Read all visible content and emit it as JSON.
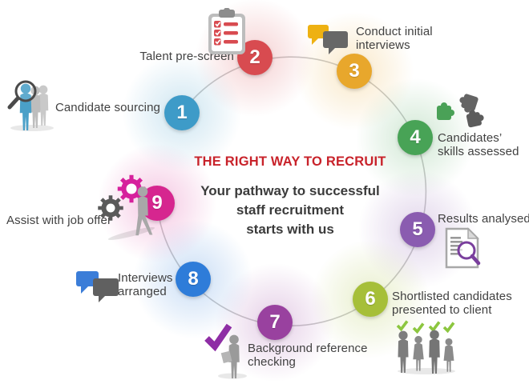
{
  "center": {
    "title": "THE RIGHT WAY TO RECRUIT",
    "title_color": "#c8222a",
    "subtitle_lines": [
      "Your pathway to successful",
      "staff recruitment",
      "starts with us"
    ]
  },
  "arc_color": "#c9c9c9",
  "steps": [
    {
      "number": "1",
      "label": "Candidate sourcing",
      "color": "#3e9bc8",
      "icon": "candidate-sourcing-magnifier-people-icon"
    },
    {
      "number": "2",
      "label": "Talent pre-screen",
      "color": "#d84b50",
      "icon": "checklist-clipboard-icon"
    },
    {
      "number": "3",
      "label": "Conduct initial interviews",
      "color": "#e8a72c",
      "icon": "chat-bubbles-icon"
    },
    {
      "number": "4",
      "label": "Candidates’ skills assessed",
      "color": "#48a356",
      "icon": "puzzle-pieces-icon"
    },
    {
      "number": "5",
      "label": "Results analysed",
      "color": "#8a5cb0",
      "icon": "document-magnifier-icon"
    },
    {
      "number": "6",
      "label": "Shortlisted candidates presented to client",
      "color": "#a6bf39",
      "icon": "people-checkmarks-icon"
    },
    {
      "number": "7",
      "label": "Background reference checking",
      "color": "#99419f",
      "icon": "checkmark-person-icon"
    },
    {
      "number": "8",
      "label": "Interviews arranged",
      "color": "#2e7cd9",
      "icon": "chat-bubbles-icon"
    },
    {
      "number": "9",
      "label": "Assist with job offer",
      "color": "#d6268f",
      "icon": "gears-person-icon"
    }
  ]
}
